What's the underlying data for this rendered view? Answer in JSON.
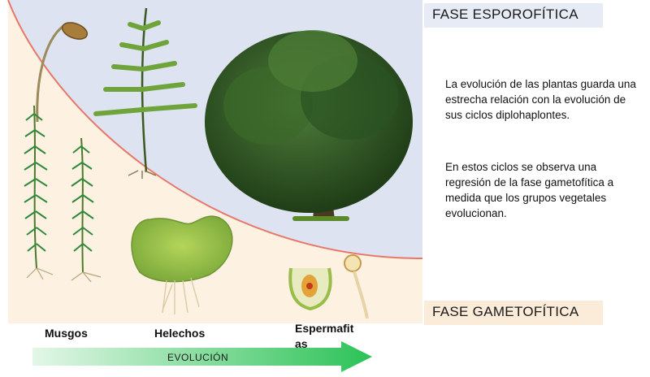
{
  "labels": {
    "sporophyte_phase": "FASE ESPOROFÍTICA",
    "gametophyte_phase": "FASE GAMETOFÍTICA",
    "evolution_arrow": "EVOLUCIÓN"
  },
  "description": {
    "paragraph1": "La evolución de las plantas guarda una estrecha relación con la evolución de sus ciclos diplohaplontes.",
    "paragraph2": "En estos ciclos se observa una regresión de la fase gametofítica a medida que los grupos vegetales evolucionan."
  },
  "groups": {
    "mosses": "Musgos",
    "ferns": "Helechos",
    "spermatophytes": "Espermafitas"
  },
  "colors": {
    "sporophyte_bg": "#dde3f0",
    "gametophyte_bg": "#fdf1e2",
    "boundary_curve": "#e8776a",
    "arrow_start": "#dff5e3",
    "arrow_end": "#2fc45a"
  }
}
